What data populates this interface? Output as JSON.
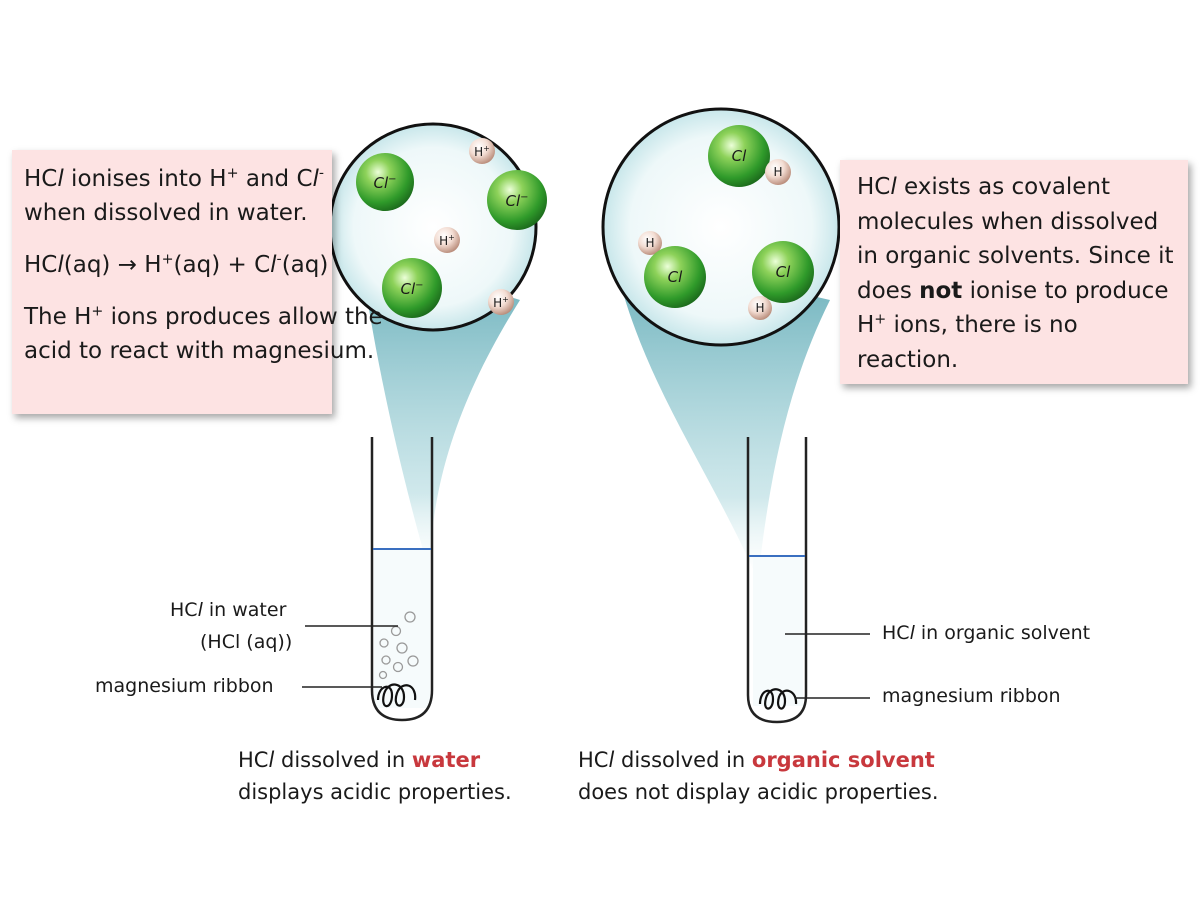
{
  "left_box": {
    "line1_a": "HC",
    "line1_b": "l",
    "line1_c": " ionises into H",
    "line1_d": "+",
    "line1_e": " and C",
    "line1_f": "l",
    "line1_g": "-",
    "line2": "when dissolved in water.",
    "eq_a": "HC",
    "eq_b": "l",
    "eq_c": "(aq) ",
    "eq_arrow": "→",
    "eq_d": " H",
    "eq_e": "+",
    "eq_f": "(aq) + C",
    "eq_g": "l",
    "eq_h": "-",
    "eq_i": "(aq)",
    "para3_a": "The H",
    "para3_b": "+",
    "para3_c": " ions produces allow the",
    "para3_line2": "acid to react with magnesium."
  },
  "right_box": {
    "l1_a": "HC",
    "l1_b": "l",
    "l1_c": " exists as covalent",
    "l2": "molecules when dissolved",
    "l3": "in organic solvents. Since it",
    "l4_a": "does ",
    "l4_b": "not",
    "l4_c": " ionise to produce",
    "l5_a": "H",
    "l5_b": "+",
    "l5_c": " ions, there is no",
    "l6": "reaction."
  },
  "left_circle": {
    "cl_ion": "Cl",
    "cl_ion_charge": "−",
    "h_ion": "H",
    "h_ion_charge": "+"
  },
  "right_circle": {
    "cl_atom": "Cl",
    "h_atom": "H"
  },
  "left_tube": {
    "label_hcl_a": "HC",
    "label_hcl_b": "l",
    "label_hcl_c": " in water",
    "label_hcl_line2": "(HCl (aq))",
    "label_mg": "magnesium ribbon"
  },
  "right_tube": {
    "label_hcl_a": "HC",
    "label_hcl_b": "l",
    "label_hcl_c": " in organic solvent",
    "label_mg": "magnesium ribbon"
  },
  "captions": {
    "left_a": "HC",
    "left_b": "l",
    "left_c": " dissolved in ",
    "left_d": "water",
    "left_line2": "displays acidic properties.",
    "right_a": "HC",
    "right_b": "l",
    "right_c": " dissolved in ",
    "right_d": "organic solvent",
    "right_line2": "does not display acidic properties."
  },
  "colors": {
    "box_fill": "#fde3e3",
    "highlight": "#c8383d",
    "liquid_line": "#3a6fc0",
    "green_ion": "#3fa12e",
    "beam": "#7fc0c8"
  }
}
